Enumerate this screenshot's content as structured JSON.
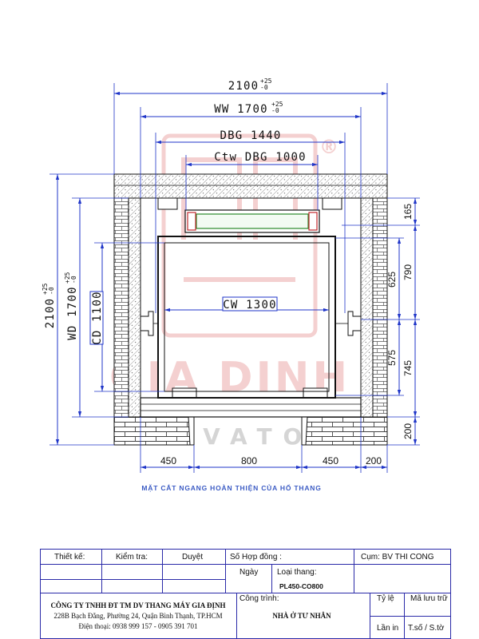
{
  "colors": {
    "dimension": "#1f35c8",
    "caption": "#3b5bc4",
    "watermark": "#e07a7a"
  },
  "watermark": {
    "brand": "GIA DINH",
    "sub": "ELEVATOR",
    "mark": "®"
  },
  "drawing": {
    "top": {
      "overall": {
        "label": "2100",
        "tol_up": "+25",
        "tol_down": "-0"
      },
      "ww": {
        "label": "WW 1700",
        "tol_up": "+25",
        "tol_down": "-0"
      },
      "dbg": "DBG 1440",
      "ctw": "Ctw DBG 1000"
    },
    "cw": "CW 1300",
    "left": {
      "overall": {
        "label": "2100",
        "tol_up": "+25",
        "tol_down": "-0"
      },
      "wd": {
        "label": "WD 1700",
        "tol_up": "+25",
        "tol_down": "-0"
      },
      "cd": "CD 1100"
    },
    "right_outer": [
      "165",
      "790",
      "745",
      "200"
    ],
    "right_inner": [
      "625",
      "575"
    ],
    "bottom": [
      "450",
      "800",
      "450",
      "200"
    ],
    "caption": "MẶT CẮT NGANG HOÀN THIỆN CỦA HỐ THANG"
  },
  "title_block": {
    "designer_label": "Thiết kế:",
    "checker_label": "Kiểm tra:",
    "approver_label": "Duyệt",
    "contract_label": "Số Hợp đồng :",
    "cluster": "Cụm: BV THI CONG",
    "date_label": "Ngày",
    "type_label": "Loại thang:",
    "type_value": "PL450-CO800",
    "company": {
      "name": "CÔNG TY TNHH ĐT TM DV THANG MÁY GIA ĐỊNH",
      "address": "228B Bạch Đằng, Phường 24, Quận Bình Thạnh, TP.HCM",
      "phone": "Điện thoại: 0938 999 157 - 0905 391 701"
    },
    "project_label": "Công trình:",
    "project_value": "NHÀ Ở TƯ NHÂN",
    "scale_label": "Tỷ lệ",
    "archive_label": "Mã lưu trữ",
    "print_label": "Lần in",
    "sheet_label": "T.số / S.tờ"
  }
}
